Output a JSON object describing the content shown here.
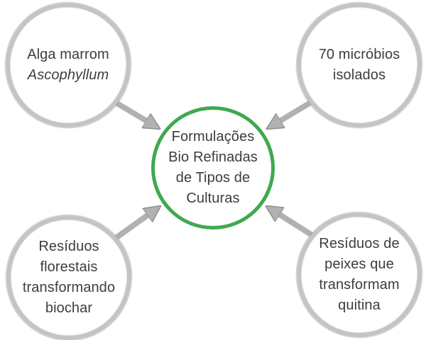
{
  "colors": {
    "background": "#ffffff",
    "center_border": "#3fa94f",
    "outer_border": "#c4c4c4",
    "arrow": "#b1b1b1",
    "text": "#3d3d3d"
  },
  "nodes": {
    "center": {
      "lines": [
        "Formulações",
        "Bio Refinadas",
        "de Tipos de",
        "Culturas"
      ]
    },
    "top_left": {
      "lines": [
        "Alga marrom",
        "Ascophyllum"
      ]
    },
    "top_right": {
      "lines": [
        "70 micróbios",
        "isolados"
      ]
    },
    "bottom_left": {
      "lines": [
        "Resíduos",
        "florestais",
        "transformando",
        "biochar"
      ]
    },
    "bottom_right": {
      "lines": [
        "Resíduos de",
        "peixes que",
        "transformam",
        "quitina"
      ]
    }
  },
  "arrows": [
    {
      "from": "top_left",
      "to": "center"
    },
    {
      "from": "top_right",
      "to": "center"
    },
    {
      "from": "bottom_left",
      "to": "center"
    },
    {
      "from": "bottom_right",
      "to": "center"
    }
  ]
}
